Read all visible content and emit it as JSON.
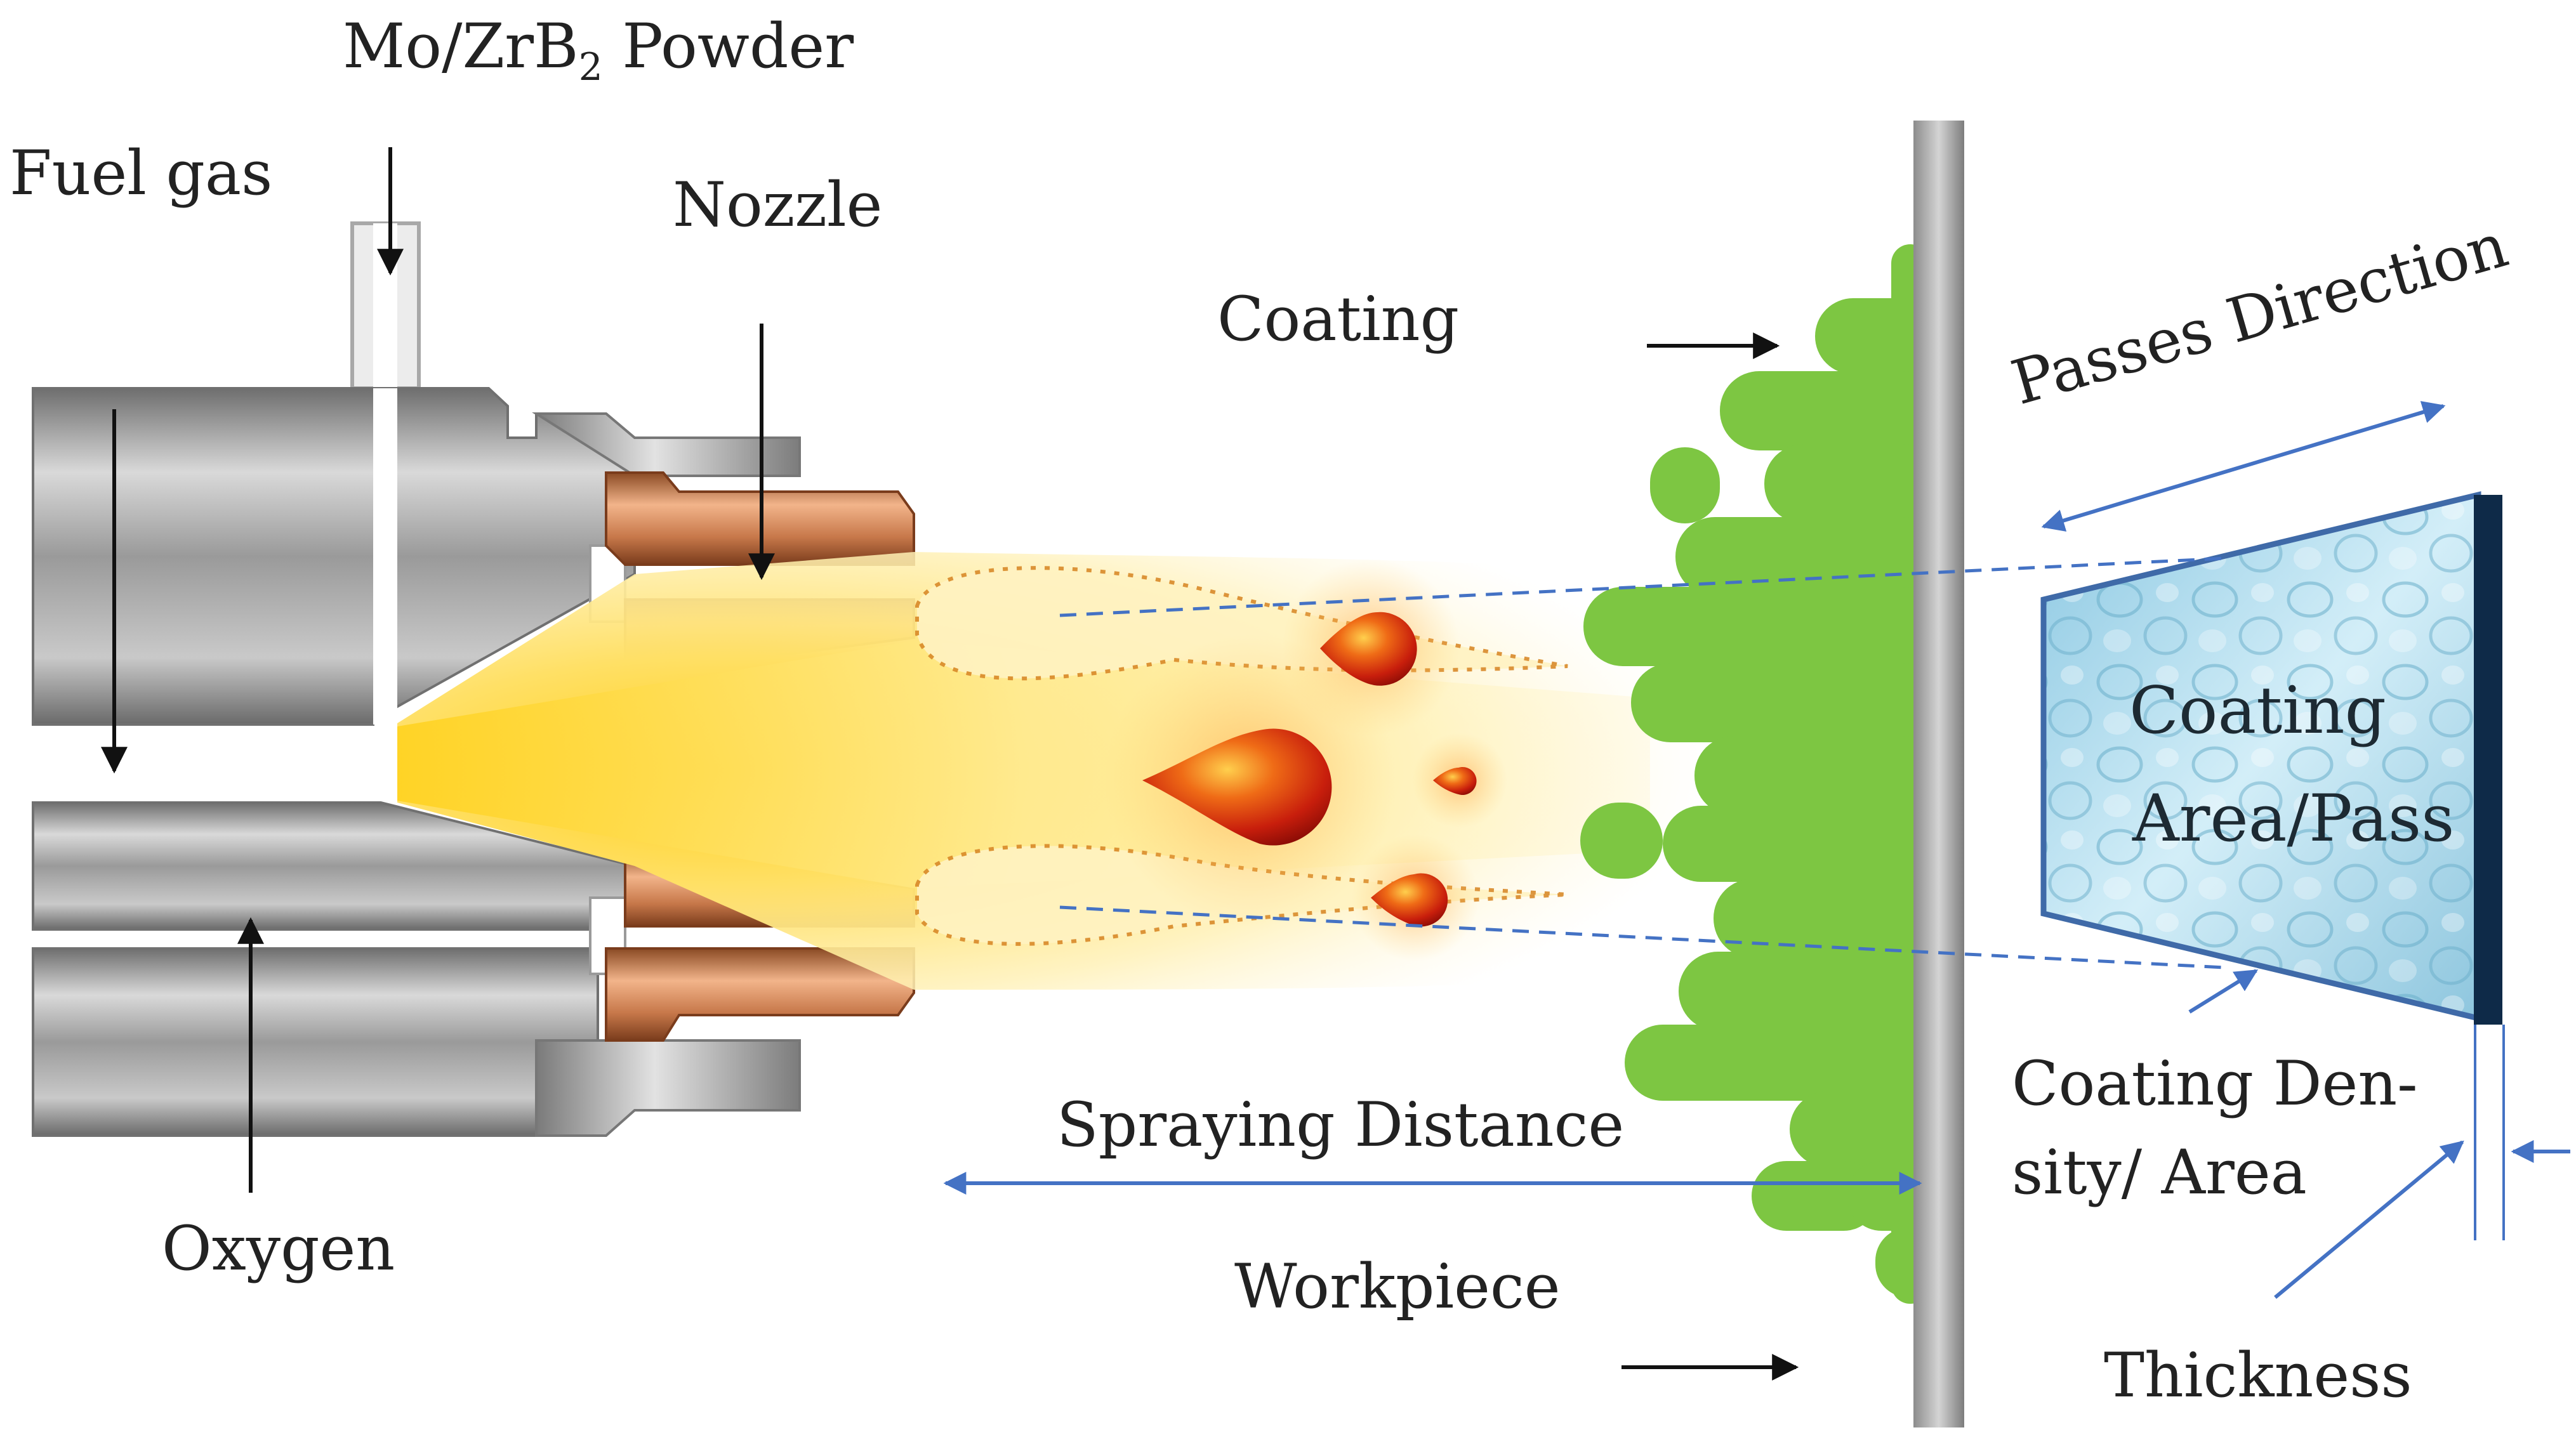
{
  "labels": {
    "powder_prefix": "Mo/ZrB",
    "powder_sub": "2",
    "powder_suffix": " Powder",
    "fuel_gas": "Fuel gas",
    "nozzle": "Nozzle",
    "coating": "Coating",
    "passes_direction": "Passes Direction",
    "coating_area_line1": "Coating",
    "coating_area_line2": "Area/Pass",
    "spraying_distance": "Spraying Distance",
    "coating_density_line1": "Coating Den-",
    "coating_density_line2": "sity/ Area",
    "oxygen": "Oxygen",
    "workpiece": "Workpiece",
    "thickness": "Thickness"
  },
  "colors": {
    "coating_green": "#7dc642",
    "arrow_blue": "#4472c4",
    "flame_yellow": "#ffd21f",
    "copper": "#c7784a",
    "steel_gray": "#8f8f8f",
    "panel_blue": "#a9d8ec",
    "panel_edge": "#0e2a48"
  }
}
